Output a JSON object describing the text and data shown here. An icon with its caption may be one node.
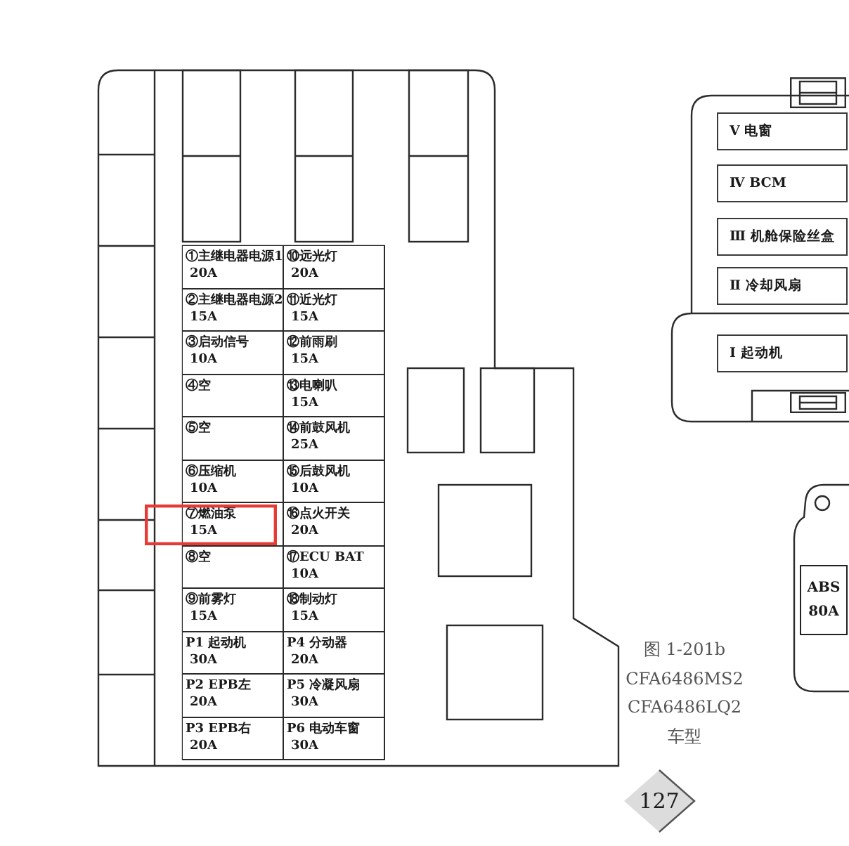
{
  "diagram": {
    "caption": "图 1-201b CFA6486MS2 CFA6486LQ2 车型",
    "nodes": [
      {
        "text": [
          "①主继电器电源1",
          "20A"
        ]
      },
      {
        "text": [
          "⑩远光灯",
          "20A"
        ]
      },
      {
        "text": [
          "②主继电器电源2",
          "15A"
        ]
      },
      {
        "text": [
          "⑪近光灯",
          "15A"
        ]
      },
      {
        "text": [
          "③启动信号",
          "10A"
        ]
      },
      {
        "text": [
          "⑫前雨刷",
          "15A"
        ]
      },
      {
        "text": [
          "④空"
        ]
      },
      {
        "text": [
          "⑬电喇叭",
          "15A"
        ]
      },
      {
        "text": [
          "⑤空"
        ]
      },
      {
        "text": [
          "⑭前鼓风机",
          "25A"
        ]
      },
      {
        "text": [
          "⑥压缩机",
          "10A"
        ]
      },
      {
        "text": [
          "⑮后鼓风机",
          "10A"
        ]
      },
      {
        "text": [
          "⑦燃油泵",
          "15A"
        ]
      },
      {
        "text": [
          "⑯点火开关",
          "20A"
        ]
      },
      {
        "text": [
          "⑧空"
        ]
      },
      {
        "text": [
          "⑰ECU BAT",
          "10A"
        ]
      },
      {
        "text": [
          "⑨前雾灯",
          "15A"
        ]
      },
      {
        "text": [
          "⑱制动灯",
          "15A"
        ]
      },
      {
        "text": [
          "P1 起动机",
          "30A"
        ]
      },
      {
        "text": [
          "P4 分动器",
          "20A"
        ]
      },
      {
        "text": [
          "P2 EPB左",
          "20A"
        ]
      },
      {
        "text": [
          "P5 冷凝风扇",
          "30A"
        ]
      },
      {
        "text": [
          "P3 EPB右",
          "20A"
        ]
      },
      {
        "text": [
          "P6 电动车窗",
          "30A"
        ]
      },
      {
        "text": [
          "Ⅴ 电窗"
        ]
      },
      {
        "text": [
          "Ⅳ BCM"
        ]
      },
      {
        "text": [
          "Ⅲ 机舱保险丝盒"
        ]
      },
      {
        "text": [
          "Ⅱ 冷却风扇"
        ]
      },
      {
        "text": [
          "Ⅰ 起动机"
        ]
      },
      {
        "text": [
          "ABS",
          "80A"
        ]
      },
      {
        "text": [
          "127"
        ]
      }
    ]
  }
}
